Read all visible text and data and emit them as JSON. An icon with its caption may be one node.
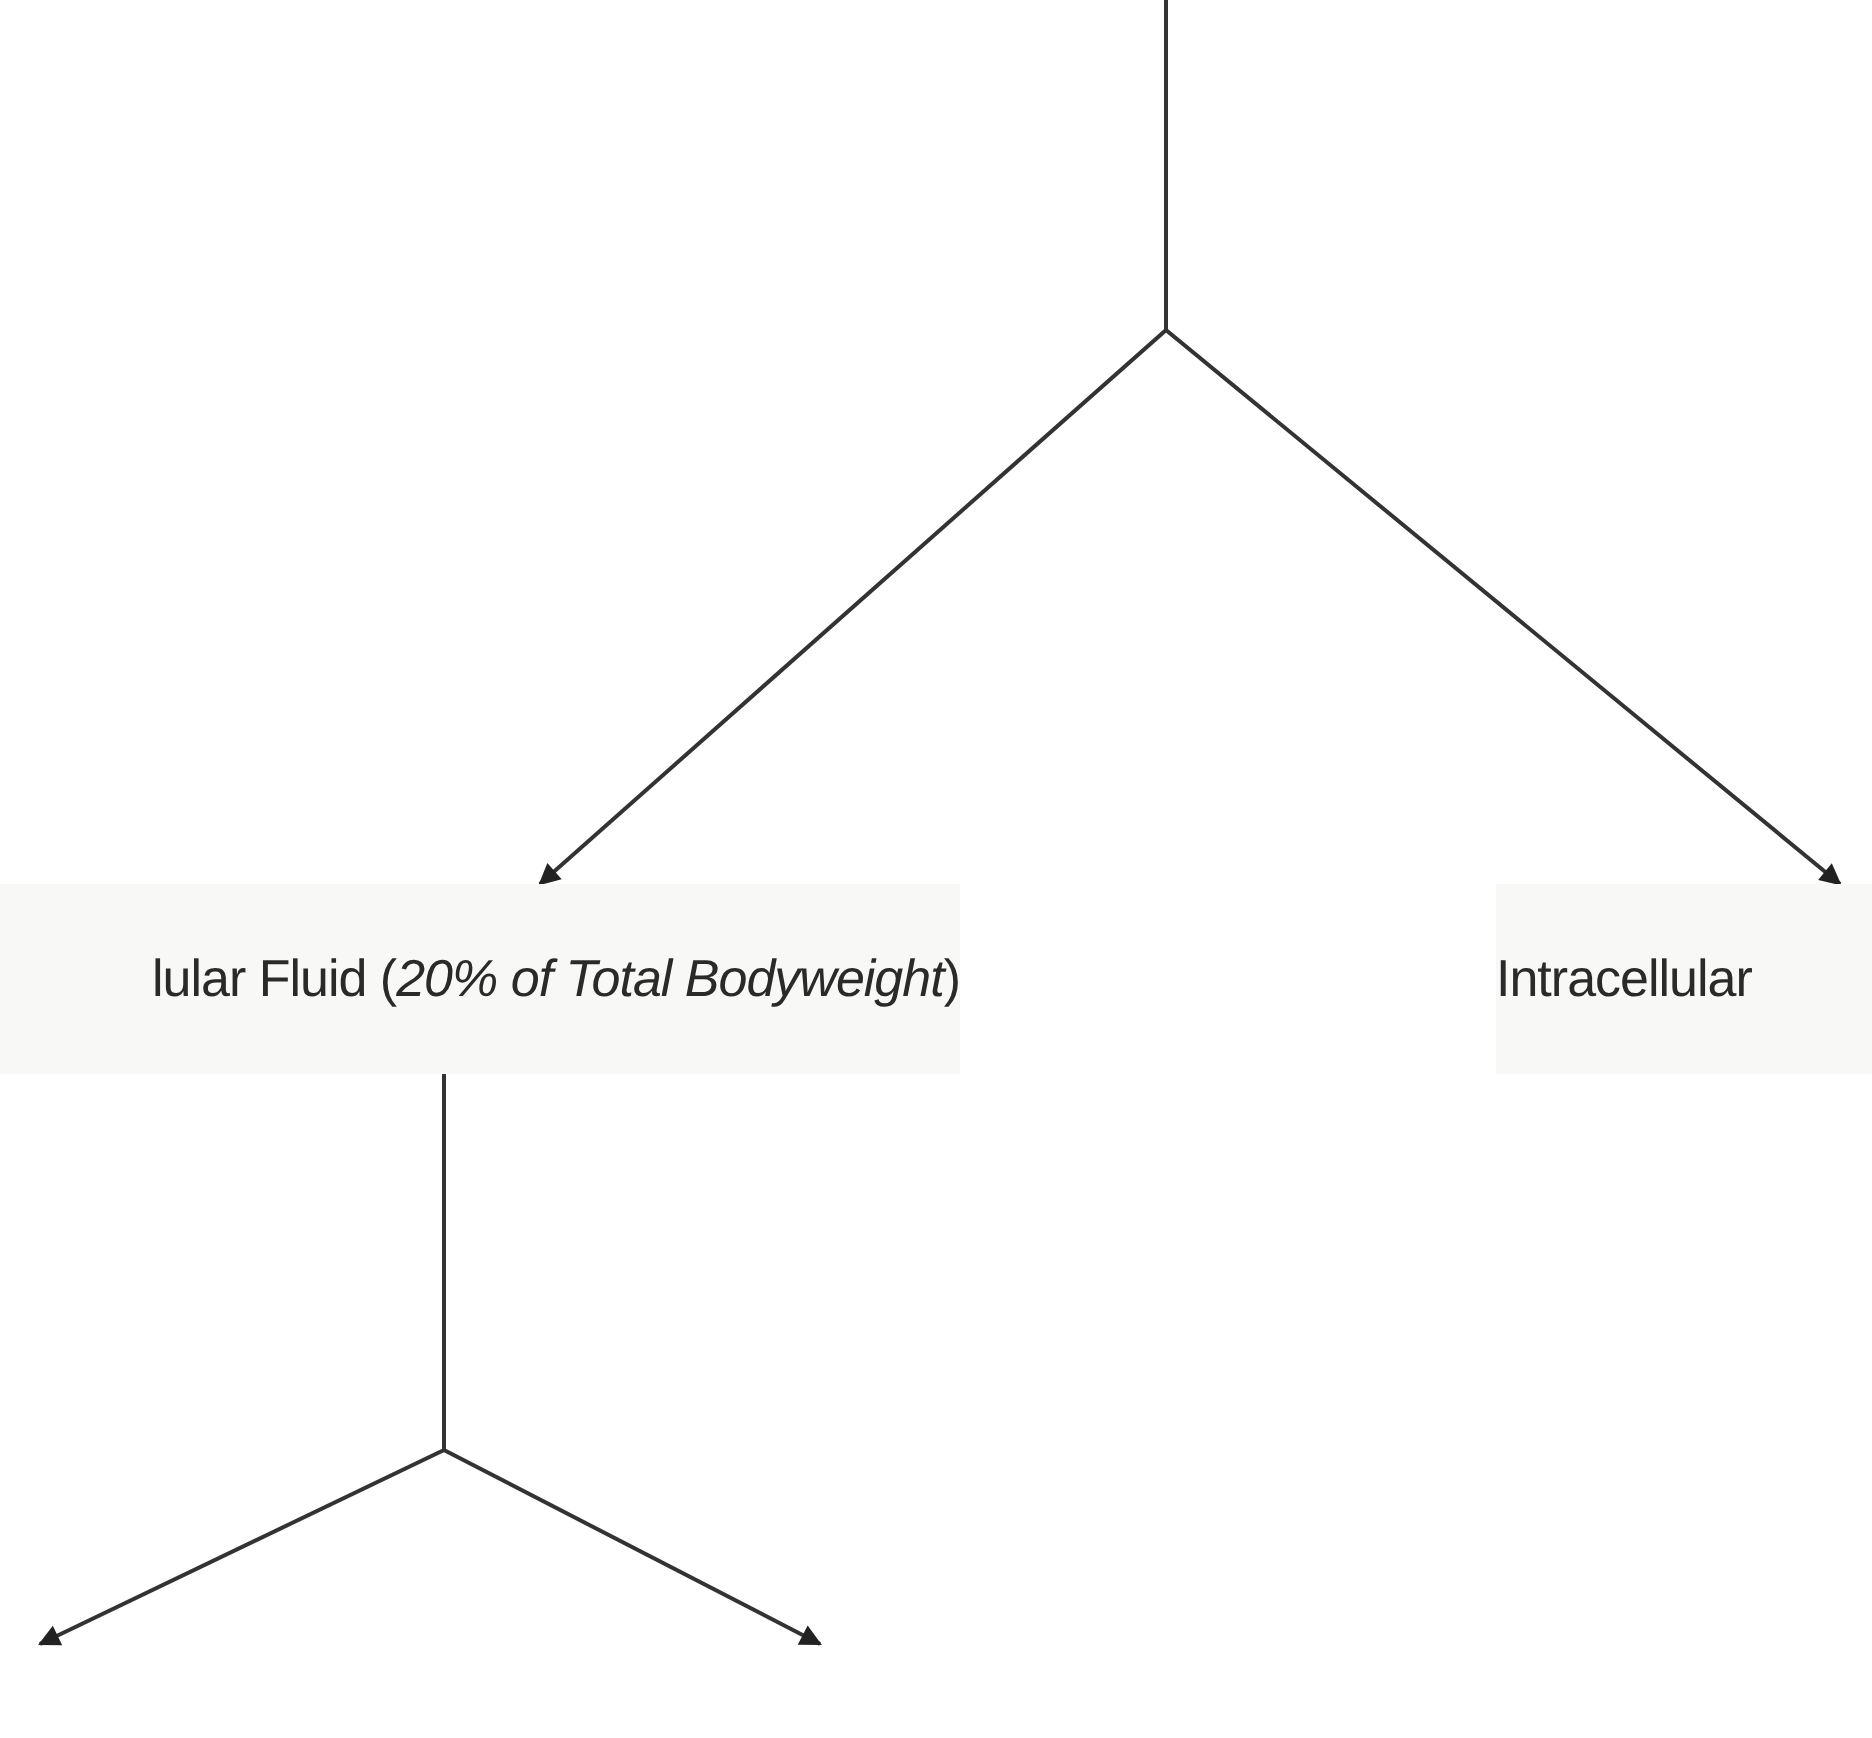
{
  "diagram": {
    "nodes": [
      {
        "text": [
          "lular Fluid (*20% of Total Bodyweight*)"
        ]
      },
      {
        "text": [
          "Intracellular"
        ]
      }
    ],
    "edges": [
      {
        "from": null,
        "to": 0,
        "arrow": "to"
      },
      {
        "from": null,
        "to": 1,
        "arrow": "to"
      },
      {
        "from": 0,
        "to": null,
        "arrow": "to"
      },
      {
        "from": 0,
        "to": null,
        "arrow": "to"
      }
    ]
  }
}
